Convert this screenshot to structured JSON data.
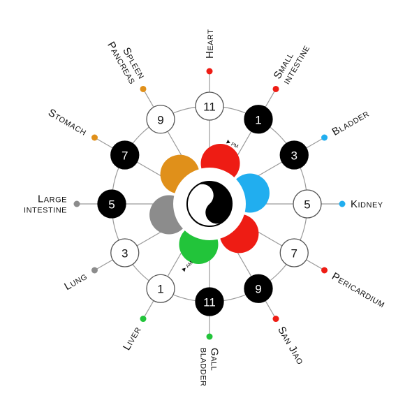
{
  "title": "",
  "colors": {
    "red": "#ee1c14",
    "blue": "#21aeef",
    "green": "#22c43a",
    "gray": "#8c8c8c",
    "orange": "#e0901a",
    "black": "#000000",
    "white": "#ffffff"
  },
  "petals": [
    {
      "name": "petal-heart-small-intestine",
      "color": "red"
    },
    {
      "name": "petal-bladder-kidney",
      "color": "blue"
    },
    {
      "name": "petal-pericardium-san-jiao",
      "color": "red"
    },
    {
      "name": "petal-liver-gall-bladder",
      "color": "green"
    },
    {
      "name": "petal-lung-large-intestine",
      "color": "gray"
    },
    {
      "name": "petal-spleen-stomach",
      "color": "orange"
    }
  ],
  "markers": {
    "am": "AM",
    "pm": "PM"
  },
  "organs": [
    {
      "id": "heart",
      "lines": [
        "Heart"
      ],
      "hour": "11",
      "fill": "white",
      "dot": "red"
    },
    {
      "id": "small-intestine",
      "lines": [
        "Small",
        "intestine"
      ],
      "hour": "1",
      "fill": "black",
      "dot": "red"
    },
    {
      "id": "bladder",
      "lines": [
        "Bladder"
      ],
      "hour": "3",
      "fill": "black",
      "dot": "blue"
    },
    {
      "id": "kidney",
      "lines": [
        "Kidney"
      ],
      "hour": "5",
      "fill": "white",
      "dot": "blue"
    },
    {
      "id": "pericardium",
      "lines": [
        "Pericardium"
      ],
      "hour": "7",
      "fill": "white",
      "dot": "red"
    },
    {
      "id": "san-jiao",
      "lines": [
        "San Jiao"
      ],
      "hour": "9",
      "fill": "black",
      "dot": "red"
    },
    {
      "id": "gall-bladder",
      "lines": [
        "Gall",
        "bladder"
      ],
      "hour": "11",
      "fill": "black",
      "dot": "green"
    },
    {
      "id": "liver",
      "lines": [
        "Liver"
      ],
      "hour": "1",
      "fill": "white",
      "dot": "green"
    },
    {
      "id": "lung",
      "lines": [
        "Lung"
      ],
      "hour": "3",
      "fill": "white",
      "dot": "gray"
    },
    {
      "id": "large-intestine",
      "lines": [
        "Large",
        "intestine"
      ],
      "hour": "5",
      "fill": "black",
      "dot": "gray"
    },
    {
      "id": "stomach",
      "lines": [
        "Stomach"
      ],
      "hour": "7",
      "fill": "black",
      "dot": "orange"
    },
    {
      "id": "spleen-pancreas",
      "lines": [
        "Spleen",
        "Pancreas"
      ],
      "hour": "9",
      "fill": "white",
      "dot": "orange"
    }
  ]
}
